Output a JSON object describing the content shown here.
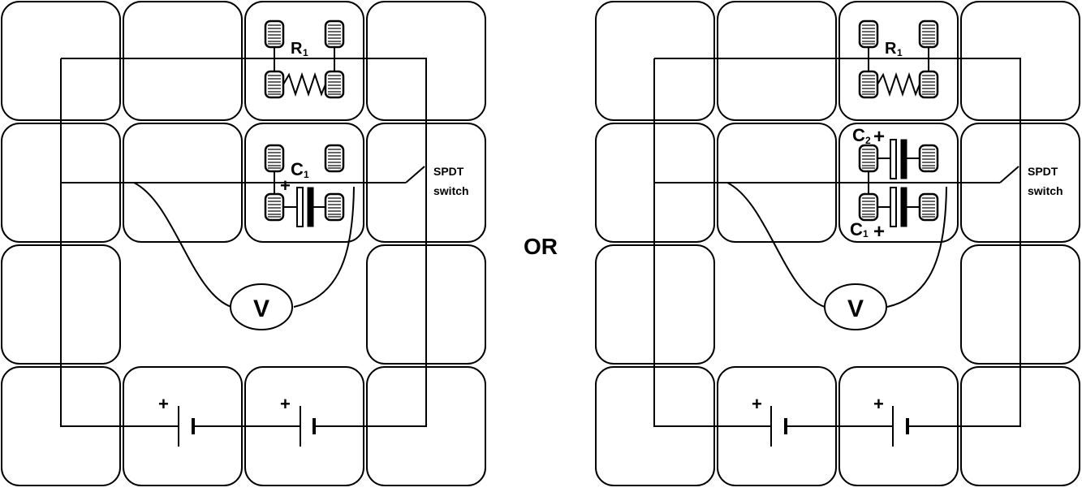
{
  "separator": "OR",
  "left_circuit": {
    "resistor_label": "R",
    "resistor_sub": "1",
    "capacitor_label": "C",
    "capacitor_sub": "1",
    "capacitor_polarity": "+",
    "switch_label_line1": "SPDT",
    "switch_label_line2": "switch",
    "meter_label": "V",
    "battery1_polarity": "+",
    "battery2_polarity": "+"
  },
  "right_circuit": {
    "resistor_label": "R",
    "resistor_sub": "1",
    "capacitor2_label": "C",
    "capacitor2_sub": "2",
    "capacitor2_polarity": "+",
    "capacitor1_label": "C",
    "capacitor1_sub": "1",
    "capacitor1_polarity": "+",
    "switch_label_line1": "SPDT",
    "switch_label_line2": "switch",
    "meter_label": "V",
    "battery1_polarity": "+",
    "battery2_polarity": "+"
  }
}
